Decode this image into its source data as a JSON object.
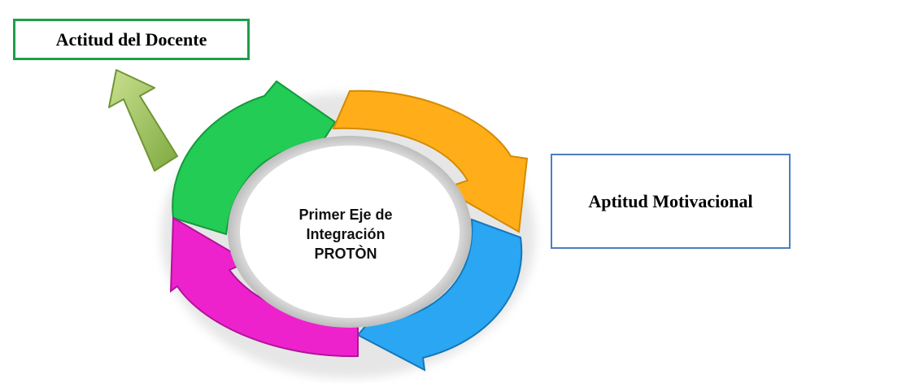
{
  "boxes": {
    "actitud": "Actitud del Docente",
    "aptitud": "Aptitud Motivacional"
  },
  "center": {
    "line1": "Primer Eje de",
    "line2": "Integración",
    "line3": "PROTÒN"
  },
  "colors": {
    "green_box_border": "#1e9e4a",
    "blue_box_border": "#4a7fc1",
    "cycle_green": "#22cc55",
    "cycle_orange": "#ffae1a",
    "cycle_blue": "#2aa6f2",
    "cycle_magenta": "#ee22cc",
    "pointer_arrow": "#a8c96a"
  },
  "icons": {
    "cycle_arrows": "circular-four-arrow-cycle-icon",
    "pointer_arrow": "up-left-arrow-icon"
  }
}
